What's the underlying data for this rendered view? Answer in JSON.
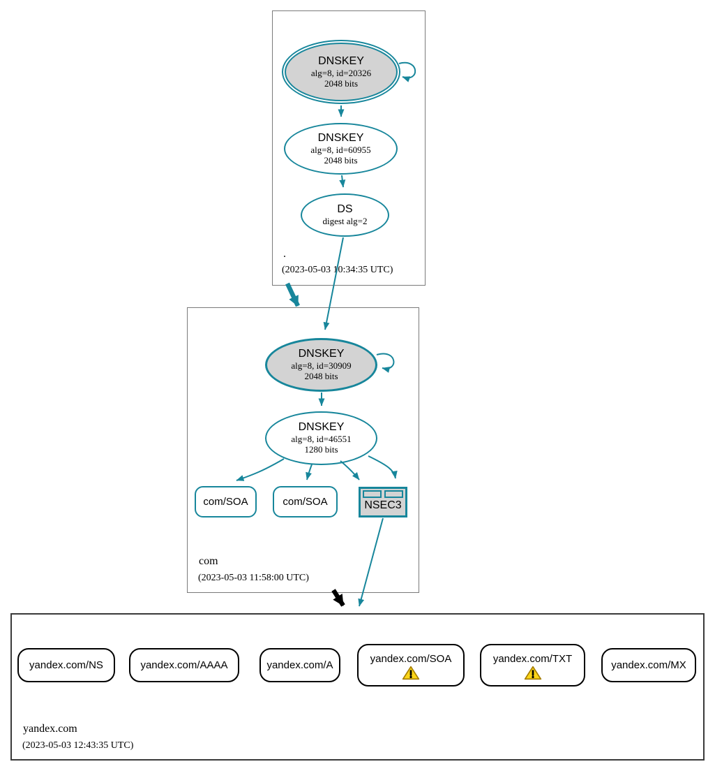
{
  "zones": [
    {
      "name": ".",
      "timestamp": "(2023-05-03 10:34:35 UTC)",
      "ksk": {
        "title": "DNSKEY",
        "detail1": "alg=8, id=20326",
        "detail2": "2048 bits"
      },
      "zsk": {
        "title": "DNSKEY",
        "detail1": "alg=8, id=60955",
        "detail2": "2048 bits"
      },
      "ds": {
        "title": "DS",
        "detail1": "digest alg=2"
      }
    },
    {
      "name": "com",
      "timestamp": "(2023-05-03 11:58:00 UTC)",
      "ksk": {
        "title": "DNSKEY",
        "detail1": "alg=8, id=30909",
        "detail2": "2048 bits"
      },
      "zsk": {
        "title": "DNSKEY",
        "detail1": "alg=8, id=46551",
        "detail2": "1280 bits"
      },
      "soa1": {
        "label": "com/SOA"
      },
      "soa2": {
        "label": "com/SOA"
      },
      "nsec3": {
        "label": "NSEC3"
      }
    },
    {
      "name": "yandex.com",
      "timestamp": "(2023-05-03 12:43:35 UTC)",
      "rrsets": [
        {
          "label": "yandex.com/NS"
        },
        {
          "label": "yandex.com/AAAA"
        },
        {
          "label": "yandex.com/A"
        },
        {
          "label": "yandex.com/SOA",
          "warning": true
        },
        {
          "label": "yandex.com/TXT",
          "warning": true
        },
        {
          "label": "yandex.com/MX"
        }
      ]
    }
  ],
  "colors": {
    "secure": "#17869b",
    "node_fill": "#d3d3d3",
    "warning_fill": "#fbd519",
    "warning_border": "#a57d00",
    "delegation_bogus": "#000000"
  },
  "icons": {
    "warning": "warning-icon"
  }
}
